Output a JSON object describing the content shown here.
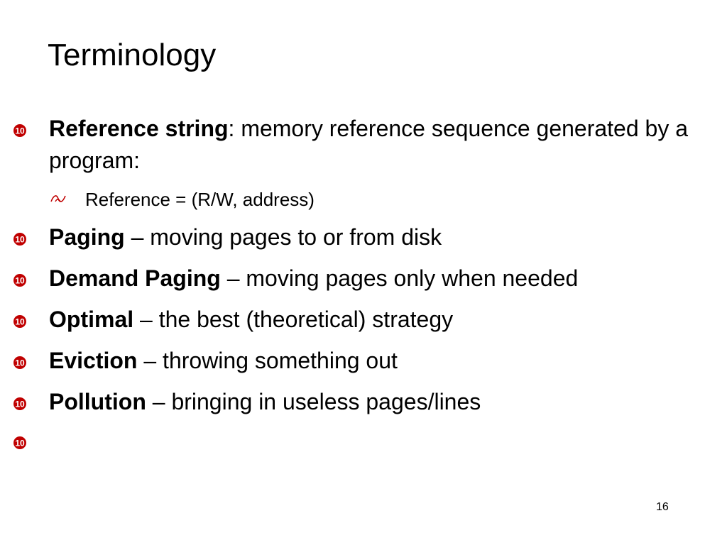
{
  "slide": {
    "title": "Terminology",
    "page_number": "16",
    "bullet_color": "#c00000",
    "bullet_icon": "circled-number-ten-icon",
    "sub_bullet_icon": "fleuron-icon",
    "items": [
      {
        "term": "Reference string",
        "separator": ":",
        "definition": " memory reference sequence generated by a program:",
        "sub_items": [
          {
            "text": "Reference = (R/W, address)"
          }
        ]
      },
      {
        "term": "Paging",
        "separator": " – ",
        "definition": "moving pages to or from disk"
      },
      {
        "term": "Demand Paging",
        "separator": " – ",
        "definition": "moving pages only when needed"
      },
      {
        "term": "Optimal",
        "separator": " – ",
        "definition": "the best (theoretical) strategy"
      },
      {
        "term": "Eviction",
        "separator": " – ",
        "definition": "throwing something out"
      },
      {
        "term": "Pollution",
        "separator": " – ",
        "definition": "bringing in useless pages/lines"
      },
      {
        "term": "",
        "separator": "",
        "definition": ""
      }
    ]
  }
}
